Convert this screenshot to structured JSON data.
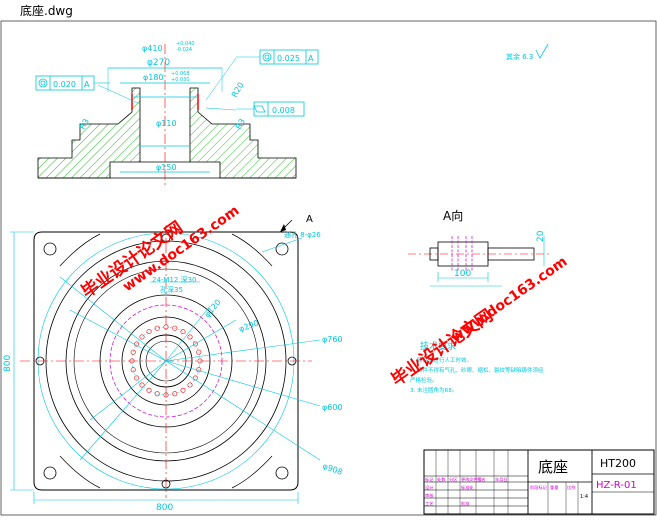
{
  "window": {
    "title": "底座.dwg"
  },
  "colors": {
    "dim": "#00c8e0",
    "line": "#000000",
    "hatch": "#00b000",
    "center": "#ff0000",
    "hidden": "#d000d0",
    "watermark": "#ff0000",
    "stamp": "#0000ff"
  },
  "top_view": {
    "dims": {
      "d410": "φ410",
      "d410_tol_upper": "+0.040",
      "d410_tol_lower": "-0.024",
      "d270": "φ270",
      "d180": "φ180",
      "d180_tol_upper": "+0.068",
      "d180_tol_lower": "+0.030",
      "d110": "φ110",
      "d150": "φ150",
      "r20": "R20",
      "r3": "R3"
    },
    "tolerances": {
      "left_value": "0.020",
      "left_datum": "A",
      "right_value": "0.025",
      "right_datum": "A",
      "flat_value": "0.008"
    }
  },
  "roughness_note": "其余 6.3",
  "plan_view": {
    "view_letter": "A",
    "note_holes": "通孔 8-φ26",
    "note_bolts": "24-M12 深30",
    "note_depth": "孔深35",
    "d120": "φ120",
    "d290": "φ290",
    "d760": "φ760",
    "d600": "φ600",
    "d908": "φ908",
    "dim_width": "800",
    "dim_height": "800"
  },
  "a_view": {
    "title": "A向",
    "dim_100": "100",
    "dim_20": "20"
  },
  "tech_requirements": {
    "title": "技术要求",
    "items": [
      "1. 铸件须进行人工时效。",
      "2. 铸件不得有气孔、砂眼、缩松、裂纹等缺陷铸件须经",
      "   严格检验。",
      "3. 未注圆角为R8。"
    ]
  },
  "title_block": {
    "part_name": "底座",
    "material": "HT200",
    "drawing_no": "HZ-R-01",
    "labels": [
      "标记",
      "处数",
      "分区",
      "更改文件号",
      "签名",
      "年月日",
      "设计",
      "标准化",
      "阶段标记",
      "重量",
      "比例",
      "审核",
      "工艺",
      "批准"
    ],
    "scale": "1:4"
  },
  "watermarks": [
    "毕业设计论文网",
    "www.doc163.com"
  ]
}
